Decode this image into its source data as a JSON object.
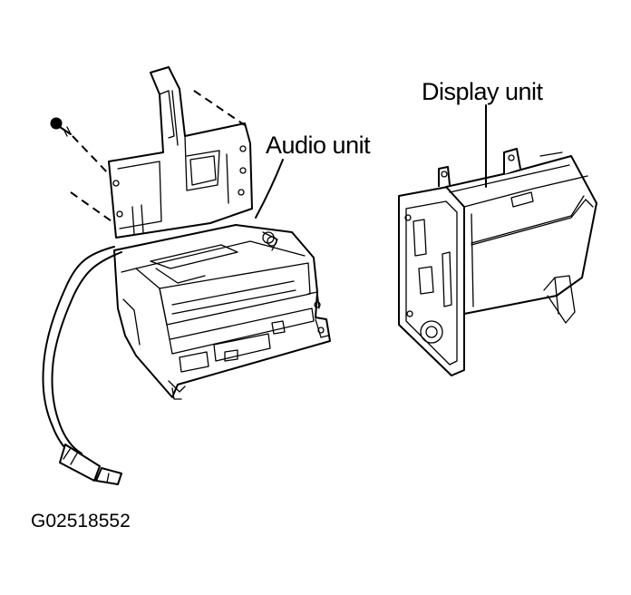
{
  "labels": {
    "display_unit": "Display unit",
    "audio_unit": "Audio unit",
    "figure_id": "G02518552"
  }
}
